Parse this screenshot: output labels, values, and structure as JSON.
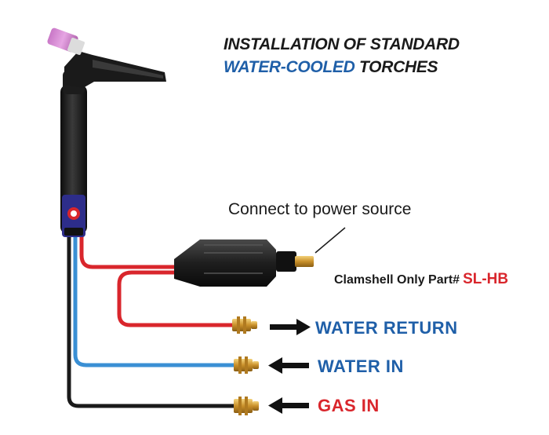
{
  "title": {
    "line1": "INSTALLATION OF STANDARD",
    "line2_highlight": "WATER-COOLED",
    "line2_rest": " TORCHES"
  },
  "callout": {
    "power_source": "Connect to power source",
    "part_label": "Clamshell Only Part#",
    "part_number": "SL-HB"
  },
  "lines": {
    "water_return": "WATER RETURN",
    "water_in": "WATER IN",
    "gas_in": "GAS IN"
  },
  "colors": {
    "water_return_hose": "#d9262c",
    "water_in_hose": "#3a8fd4",
    "gas_hose": "#1a1a1a",
    "label_blue": "#1f5fa8",
    "label_red": "#d9262c",
    "fitting_brass": "#d4a23a"
  }
}
